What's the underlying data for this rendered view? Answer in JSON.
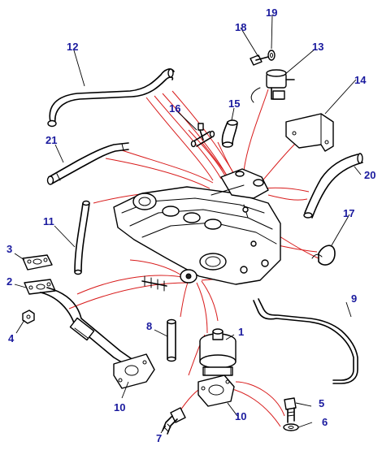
{
  "colors": {
    "callout_text": "#1a1a9e",
    "red_leaders": "#d81b1b",
    "line_art": "#000000",
    "background": "#ffffff"
  },
  "callouts": {
    "c1": "1",
    "c2": "2",
    "c3": "3",
    "c4": "4",
    "c5": "5",
    "c6": "6",
    "c7": "7",
    "c8": "8",
    "c9": "9",
    "c10a": "10",
    "c10b": "10",
    "c11": "11",
    "c12": "12",
    "c13": "13",
    "c14": "14",
    "c15": "15",
    "c16": "16",
    "c17": "17",
    "c18": "18",
    "c19": "19",
    "c20": "20",
    "c21": "21"
  }
}
